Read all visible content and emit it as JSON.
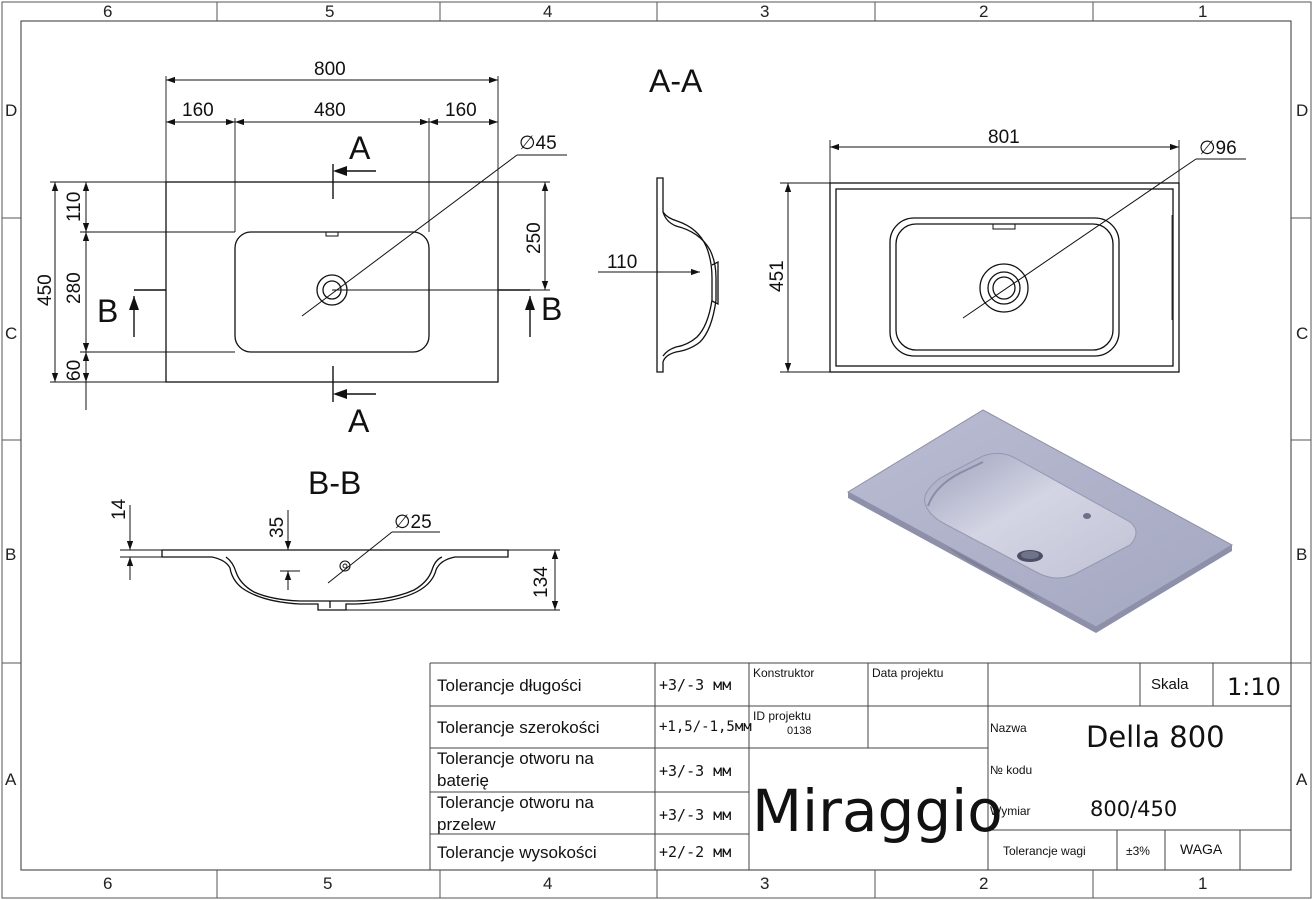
{
  "zones": {
    "columns": [
      "6",
      "5",
      "4",
      "3",
      "2",
      "1"
    ],
    "rows": [
      "D",
      "C",
      "B",
      "A"
    ]
  },
  "plan_view": {
    "dim_total_width": "800",
    "dim_left": "160",
    "dim_middle": "480",
    "dim_right": "160",
    "dim_drain": "∅45",
    "dim_depth_total": "450",
    "dim_top": "110",
    "dim_basin": "280",
    "dim_bottom": "60",
    "dim_drain_offset": "250",
    "cut_a": "A",
    "cut_b": "B"
  },
  "section_aa": {
    "title": "A-A",
    "dim_depth": "110"
  },
  "right_view": {
    "dim_width": "801",
    "dim_height": "451",
    "dim_drain": "∅96"
  },
  "section_bb": {
    "title": "B-B",
    "dim_rim": "14",
    "dim_overflow": "35",
    "dim_hole": "∅25",
    "dim_height": "134"
  },
  "title_block": {
    "tolerances": [
      {
        "label": "Tolerancje długości",
        "value": "+3/-3 мм"
      },
      {
        "label": "Tolerancje szerokości",
        "value": "+1,5/-1,5мм"
      },
      {
        "label_line1": "Tolerancje otworu na",
        "label_line2": "baterię",
        "value": "+3/-3 мм"
      },
      {
        "label_line1": "Tolerancje otworu na",
        "label_line2": "przelew",
        "value": "+3/-3 мм"
      },
      {
        "label": "Tolerancje wysokości",
        "value": "+2/-2 мм"
      }
    ],
    "konstruktor_label": "Konstruktor",
    "data_projektu_label": "Data projektu",
    "id_projektu_label": "ID projektu",
    "id_projektu_value": "0138",
    "brand": "Miraggio",
    "skala_label": "Skala",
    "skala_value": "1:10",
    "nazwa_label": "Nazwa",
    "nazwa_value": "Della 800",
    "nr_kodu_label": "№ kodu",
    "wymiar_label": "Wymiar",
    "wymiar_value": "800/450",
    "tol_wagi_label": "Tolerancje wagi",
    "tol_wagi_value": "±3%",
    "waga_label": "WAGA"
  },
  "colors": {
    "line": "#111111",
    "frame": "#555555",
    "render_top": "#aeb1c9",
    "render_basin": "#c9cbdd",
    "render_edge": "#8d90a8"
  }
}
